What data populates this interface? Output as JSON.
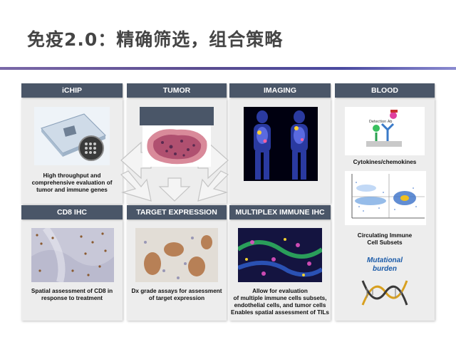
{
  "slide": {
    "title": "免疫2.0：精确筛选，组合策略"
  },
  "headers": {
    "ichip": "iCHIP",
    "tumor": "TUMOR",
    "imaging": "IMAGING",
    "blood": "BLOOD",
    "cd8": "CD8 IHC",
    "target": "TARGET EXPRESSION",
    "multiplex": "MULTIPLEX IMMUNE IHC"
  },
  "captions": {
    "ichip": [
      "High throughput and",
      "comprehensive evaluation of",
      "tumor and immune genes"
    ],
    "blood_cytokines": "Cytokines/chemokines",
    "blood_cells": [
      "Circulating Immune",
      "Cell Subsets"
    ],
    "blood_mutational": [
      "Mutational",
      "burden"
    ],
    "cd8": [
      "Spatial assessment of CD8 in",
      "response to treatment"
    ],
    "target": [
      "Dx grade assays for assessment",
      "of target expression"
    ],
    "multiplex": [
      "Allow for evaluation",
      "of multiple immune cells subsets,",
      "endothelial cells, and tumor cells",
      "Enables spatial assessment of TILs"
    ]
  },
  "colors": {
    "header_bg": "#4a5668",
    "panel_bg": "#ededed",
    "mutational_text": "#1a5aa8"
  }
}
